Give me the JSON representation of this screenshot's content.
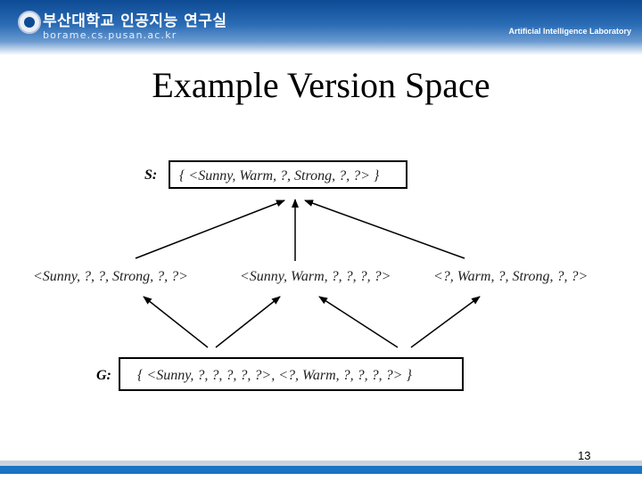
{
  "header": {
    "university": "부산대학교 인공지능 연구실",
    "url": "borame.cs.pusan.ac.kr",
    "lab": "Artificial Intelligence Laboratory"
  },
  "title": "Example Version Space",
  "specific": {
    "label": "S:",
    "text": "{ <Sunny, Warm, ?, Strong, ?, ?> }"
  },
  "middle": [
    "<Sunny, ?, ?, Strong, ?, ?>",
    "<Sunny, Warm, ?, ?, ?, ?>",
    "<?, Warm, ?, Strong, ?, ?>"
  ],
  "general": {
    "label": "G:",
    "text": "{ <Sunny, ?, ?, ?, ?, ?>, <?, Warm, ?, ?, ?, ?> }"
  },
  "page_number": "13",
  "colors": {
    "header_blue": "#0d4a94",
    "footer_blue": "#1b73c3"
  }
}
